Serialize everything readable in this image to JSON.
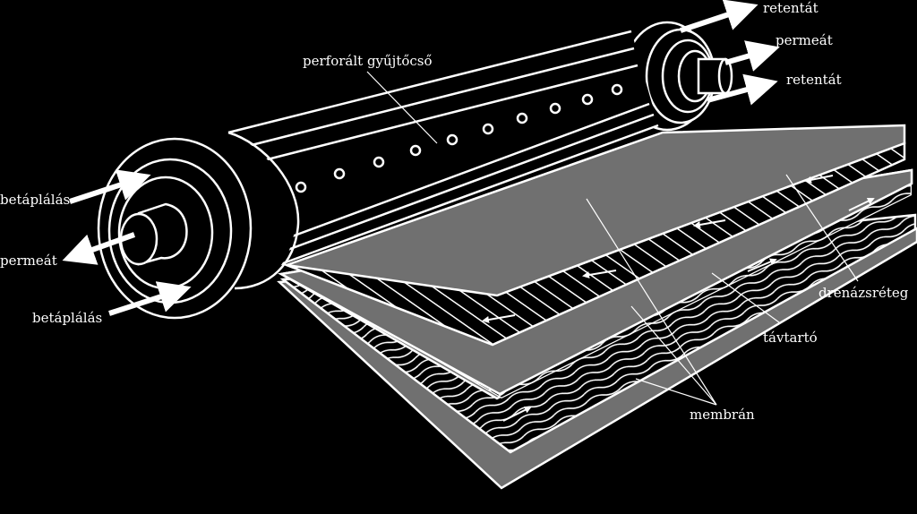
{
  "colors": {
    "background": "#000000",
    "line": "#ffffff",
    "sheet": "#707070"
  },
  "labels": {
    "retentat_top": "retentát",
    "permeat_right": "permeát",
    "retentat_right": "retentát",
    "perforated_tube": "perforált gyűjtőcső",
    "feed_top": "betáplálás",
    "permeat_left": "permeát",
    "feed_bottom": "betáplálás",
    "drainage_layer": "drenázsréteg",
    "spacer": "távtartó",
    "membrane": "membrán"
  }
}
